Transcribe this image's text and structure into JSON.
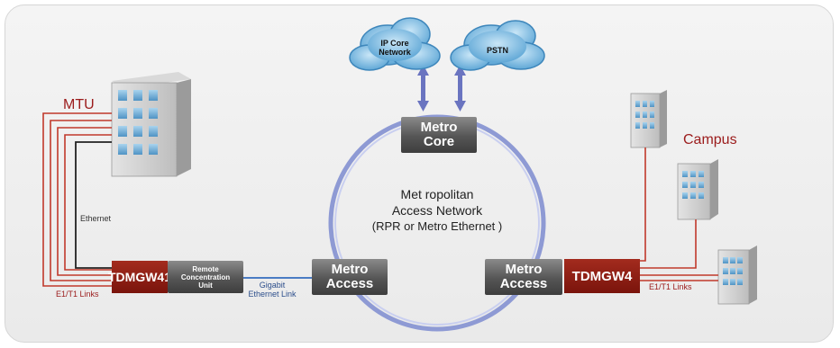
{
  "labels": {
    "mtu": "MTU",
    "campus": "Campus",
    "ethernet": "Ethernet",
    "e1t1_left": "E1/T1 Links",
    "e1t1_right": "E1/T1 Links",
    "gigabit_line1": "Gigabit",
    "gigabit_line2": "Ethernet Link"
  },
  "clouds": {
    "ip_core_line1": "IP Core",
    "ip_core_line2": "Network",
    "pstn": "PSTN"
  },
  "nodes": {
    "metro_core_line1": "Metro",
    "metro_core_line2": "Core",
    "metro_access_left_line1": "Metro",
    "metro_access_left_line2": "Access",
    "metro_access_right_line1": "Metro",
    "metro_access_right_line2": "Access",
    "tdmgw_left": "TDMGW41",
    "tdmgw_right": "TDMGW4",
    "rcu_line1": "Remote",
    "rcu_line2": "Concentration",
    "rcu_line3": "Unit"
  },
  "ring": {
    "line1": "Met ropolitan",
    "line2": "Access Network",
    "line3": "(RPR or Metro   Ethernet      )"
  },
  "colors": {
    "link_red": "#c0392b",
    "ring_blue": "#7b88c8",
    "cloud_blue": "#7ab8e0",
    "building_gray": "#c8c8c8"
  }
}
